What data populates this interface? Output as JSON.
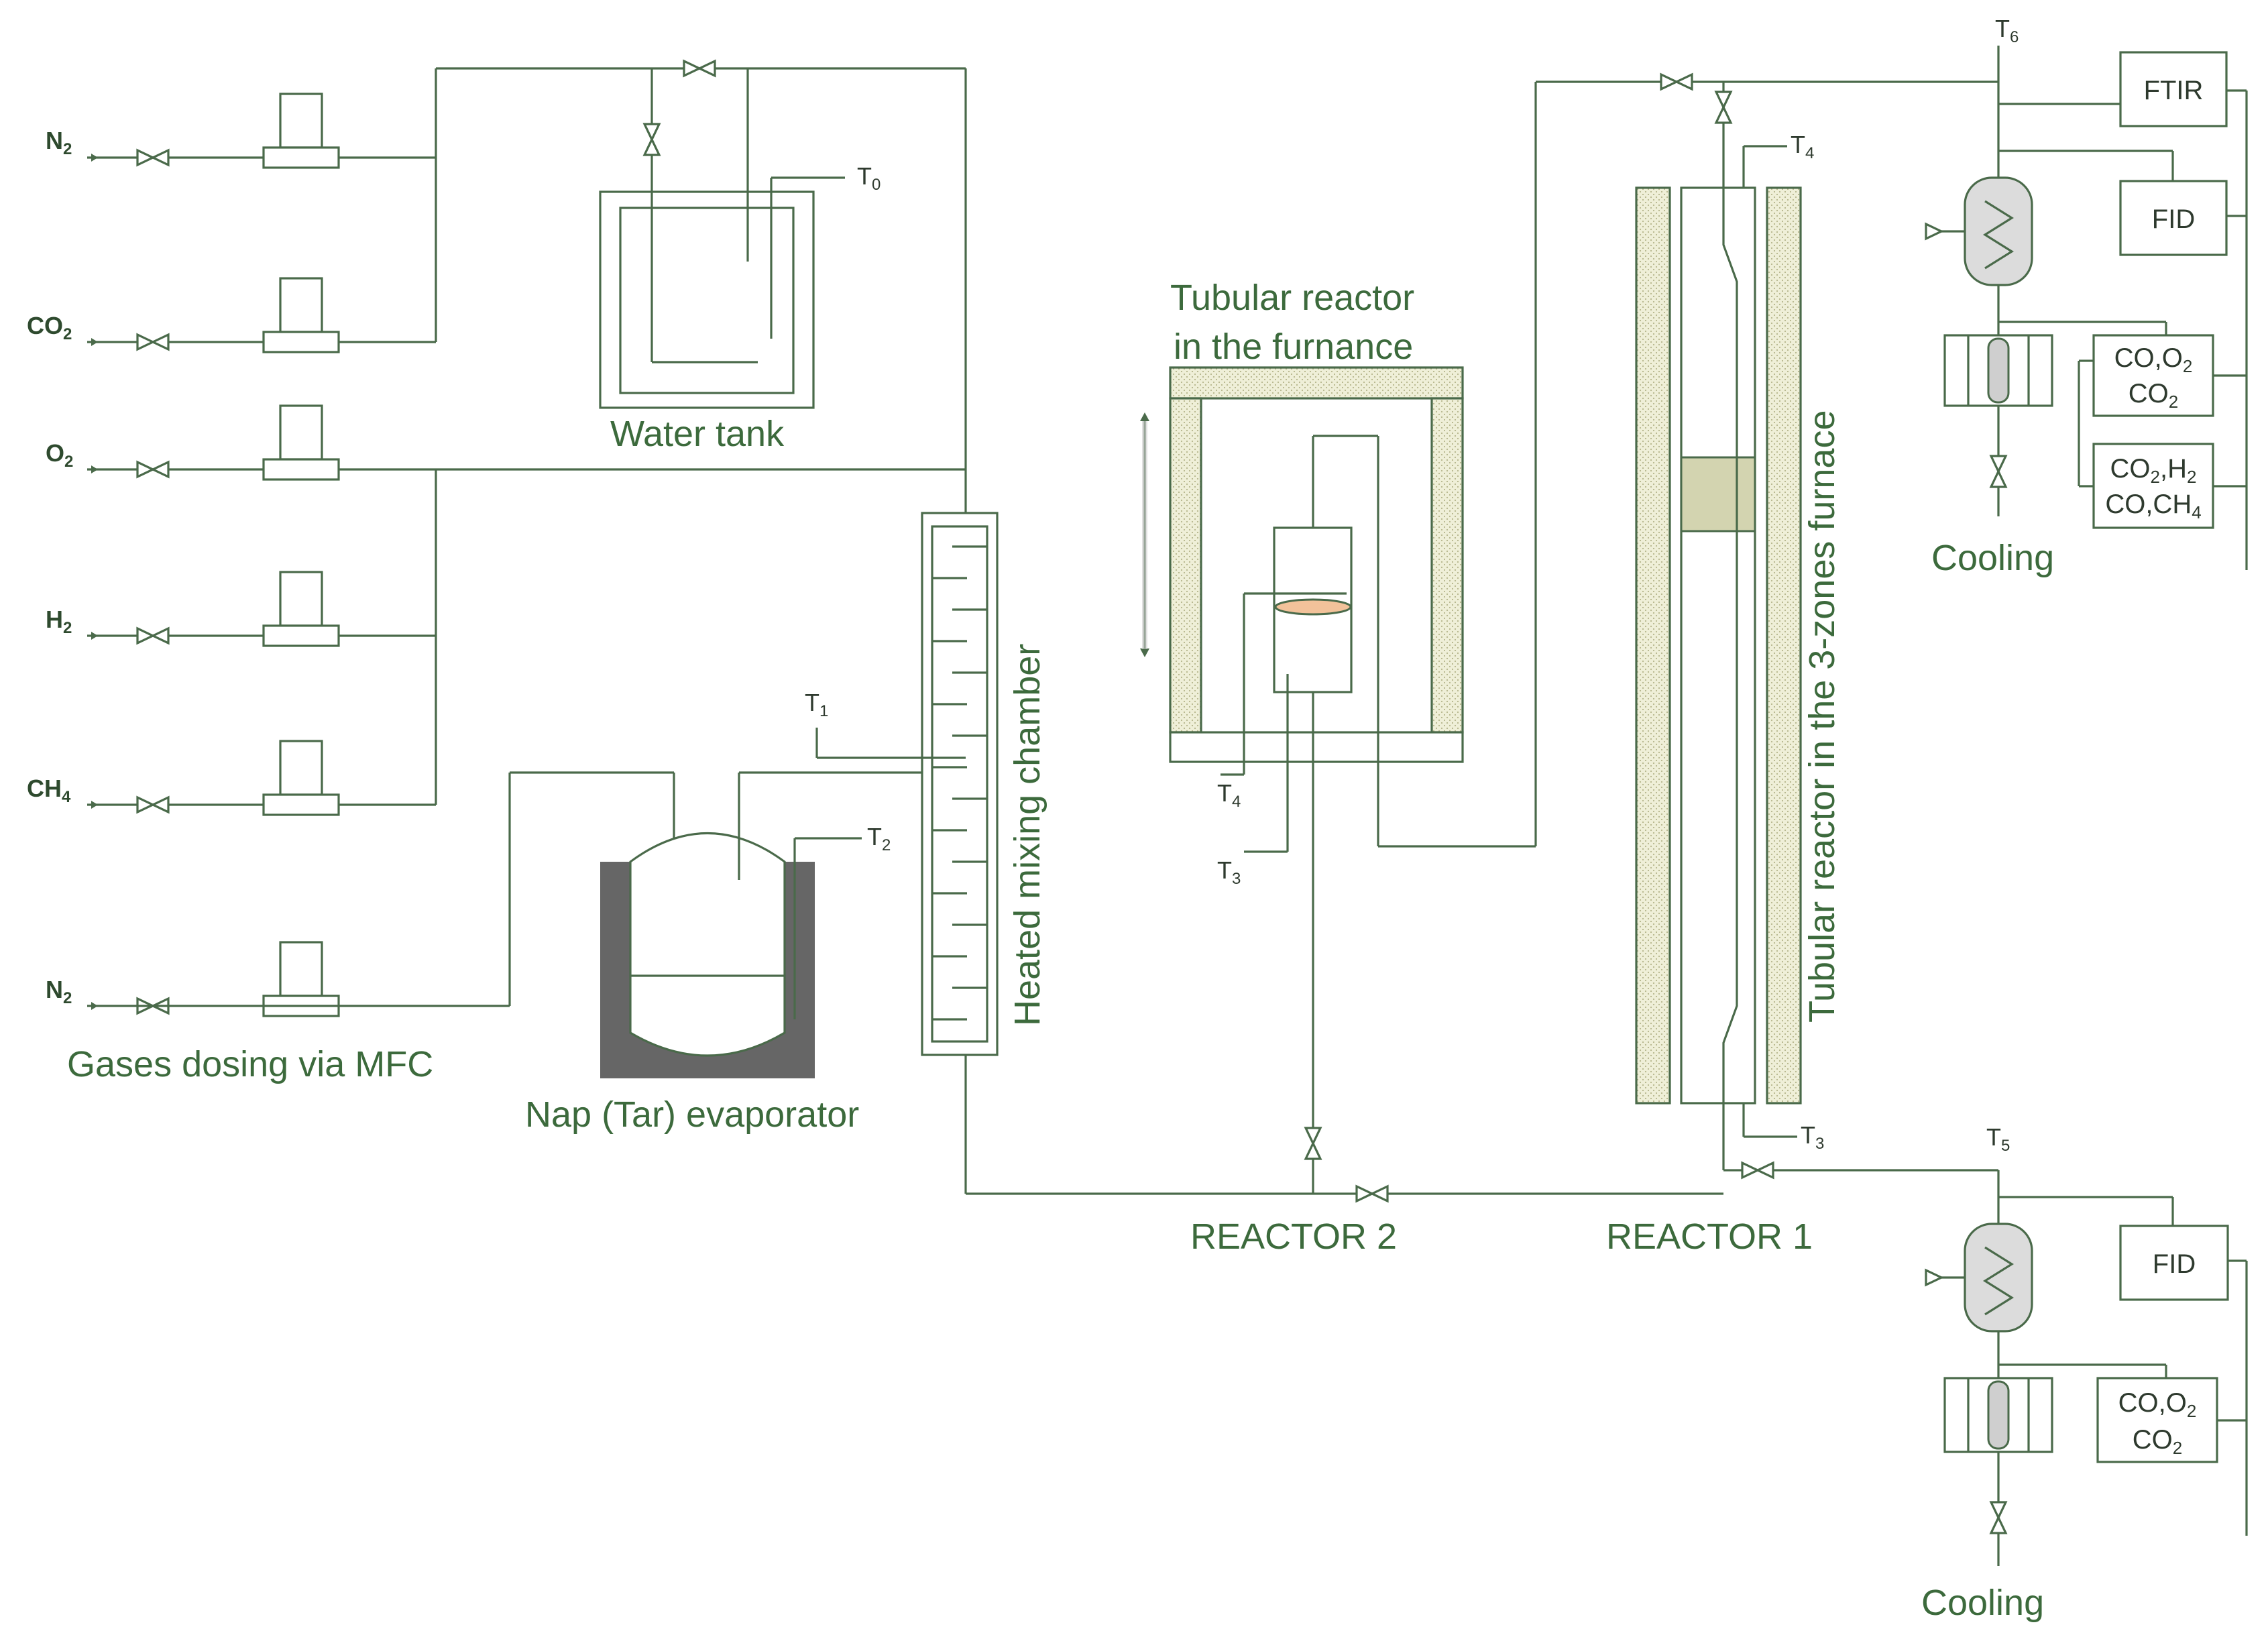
{
  "gases": {
    "n2_top": {
      "base": "N",
      "sub": "2"
    },
    "co2": {
      "base": "CO",
      "sub": "2"
    },
    "o2": {
      "base": "O",
      "sub": "2"
    },
    "h2": {
      "base": "H",
      "sub": "2"
    },
    "ch4": {
      "base": "CH",
      "sub": "4"
    },
    "n2_bottom": {
      "base": "N",
      "sub": "2"
    }
  },
  "captions": {
    "gases_dosing": "Gases dosing via MFC",
    "water_tank": "Water tank",
    "evaporator": "Nap (Tar) evaporator",
    "mixing_chamber": "Heated mixing chamber",
    "reactor2_title_line1": "Tubular reactor",
    "reactor2_title_line2": "in the furnance",
    "reactor1_title": "Tubular reactor in the 3-zones furnace",
    "reactor2": "REACTOR 2",
    "reactor1": "REACTOR 1",
    "cooling_top": "Cooling",
    "cooling_bottom": "Cooling"
  },
  "thermocouples": {
    "t0": {
      "base": "T",
      "sub": "0"
    },
    "t1": {
      "base": "T",
      "sub": "1"
    },
    "t2": {
      "base": "T",
      "sub": "2"
    },
    "t4_r2": {
      "base": "T",
      "sub": "4"
    },
    "t3_r2": {
      "base": "T",
      "sub": "3"
    },
    "t4_r1": {
      "base": "T",
      "sub": "4"
    },
    "t3_r1": {
      "base": "T",
      "sub": "3"
    },
    "t5": {
      "base": "T",
      "sub": "5"
    },
    "t6": {
      "base": "T",
      "sub": "6"
    }
  },
  "analyzers": {
    "ftir": "FTIR",
    "fid_top": "FID",
    "fid_bottom": "FID",
    "top_co_o2": {
      "a": "CO,O",
      "a_sub": "2",
      "b": "CO",
      "b_sub": "2"
    },
    "top_co2_h2": {
      "a": "CO",
      "a_sub": "2",
      "a2": ",H",
      "a2_sub": "2",
      "b": "CO,CH",
      "b_sub": "4"
    },
    "bottom_co_o2": {
      "a": "CO,O",
      "a_sub": "2",
      "b": "CO",
      "b_sub": "2"
    }
  },
  "colors": {
    "line": "#4a6a4a",
    "caption": "#3c6a3c",
    "insulation": "#efefd8",
    "catalyst_zone": "#d3d4b0",
    "catalyst_disc": "#f2c29a",
    "evaporator_bath": "#666666",
    "cooler_fill": "#dcdcdc"
  }
}
